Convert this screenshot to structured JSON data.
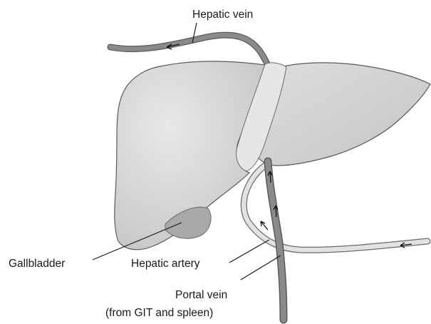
{
  "labels": {
    "hepatic_vein": "Hepatic vein",
    "gallbladder": "Gallbladder",
    "hepatic_artery": "Hepatic artery",
    "portal_vein": "Portal vein",
    "portal_vein_source": "(from GIT and spleen)"
  },
  "colors": {
    "liver_fill": "#d0d0d0",
    "liver_highlight": "#e8e8e8",
    "ligament_fill": "#e6e6e6",
    "gallbladder_fill": "#a9a9a9",
    "vein_fill": "#8a8a8a",
    "artery_fill": "#e2e2e2",
    "outline": "#5a5a5a",
    "leader_line": "#1a1a1a"
  }
}
